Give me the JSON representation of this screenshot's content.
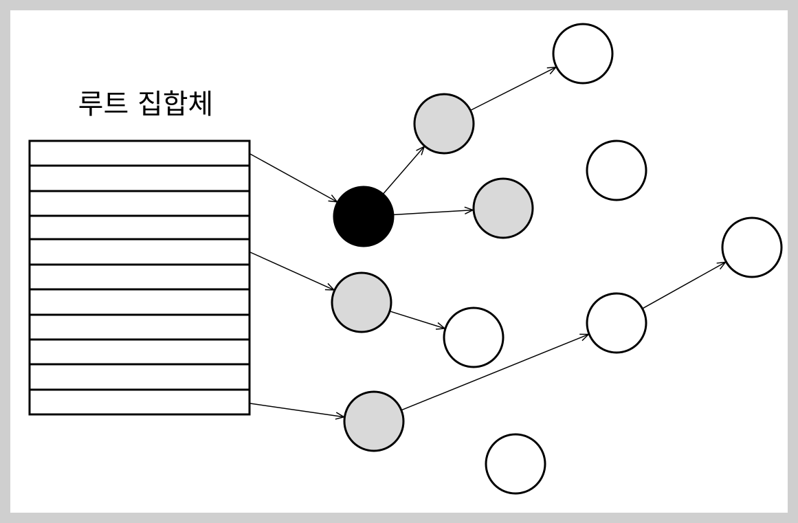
{
  "root_set": {
    "title": "루트 집합체",
    "slot_count": 11
  },
  "nodes": [
    {
      "id": "n-black",
      "fill": "#000000"
    },
    {
      "id": "n-gray-top",
      "fill": "#d9d9d9"
    },
    {
      "id": "n-white-topright",
      "fill": "#ffffff"
    },
    {
      "id": "n-white-isolated-1",
      "fill": "#ffffff"
    },
    {
      "id": "n-gray-right",
      "fill": "#d9d9d9"
    },
    {
      "id": "n-gray-middle",
      "fill": "#d9d9d9"
    },
    {
      "id": "n-white-middle",
      "fill": "#ffffff"
    },
    {
      "id": "n-white-farright",
      "fill": "#ffffff"
    },
    {
      "id": "n-white-lowerright",
      "fill": "#ffffff"
    },
    {
      "id": "n-gray-bottom",
      "fill": "#d9d9d9"
    },
    {
      "id": "n-white-isolated-2",
      "fill": "#ffffff"
    }
  ],
  "edges": [
    {
      "from": "root-slot-1",
      "to": "n-black"
    },
    {
      "from": "root-slot-5",
      "to": "n-gray-middle"
    },
    {
      "from": "root-slot-11",
      "to": "n-gray-bottom"
    },
    {
      "from": "n-black",
      "to": "n-gray-top"
    },
    {
      "from": "n-black",
      "to": "n-gray-right"
    },
    {
      "from": "n-gray-top",
      "to": "n-white-topright"
    },
    {
      "from": "n-gray-middle",
      "to": "n-white-middle"
    },
    {
      "from": "n-gray-bottom",
      "to": "n-white-lowerright"
    },
    {
      "from": "n-white-lowerright",
      "to": "n-white-farright"
    }
  ]
}
